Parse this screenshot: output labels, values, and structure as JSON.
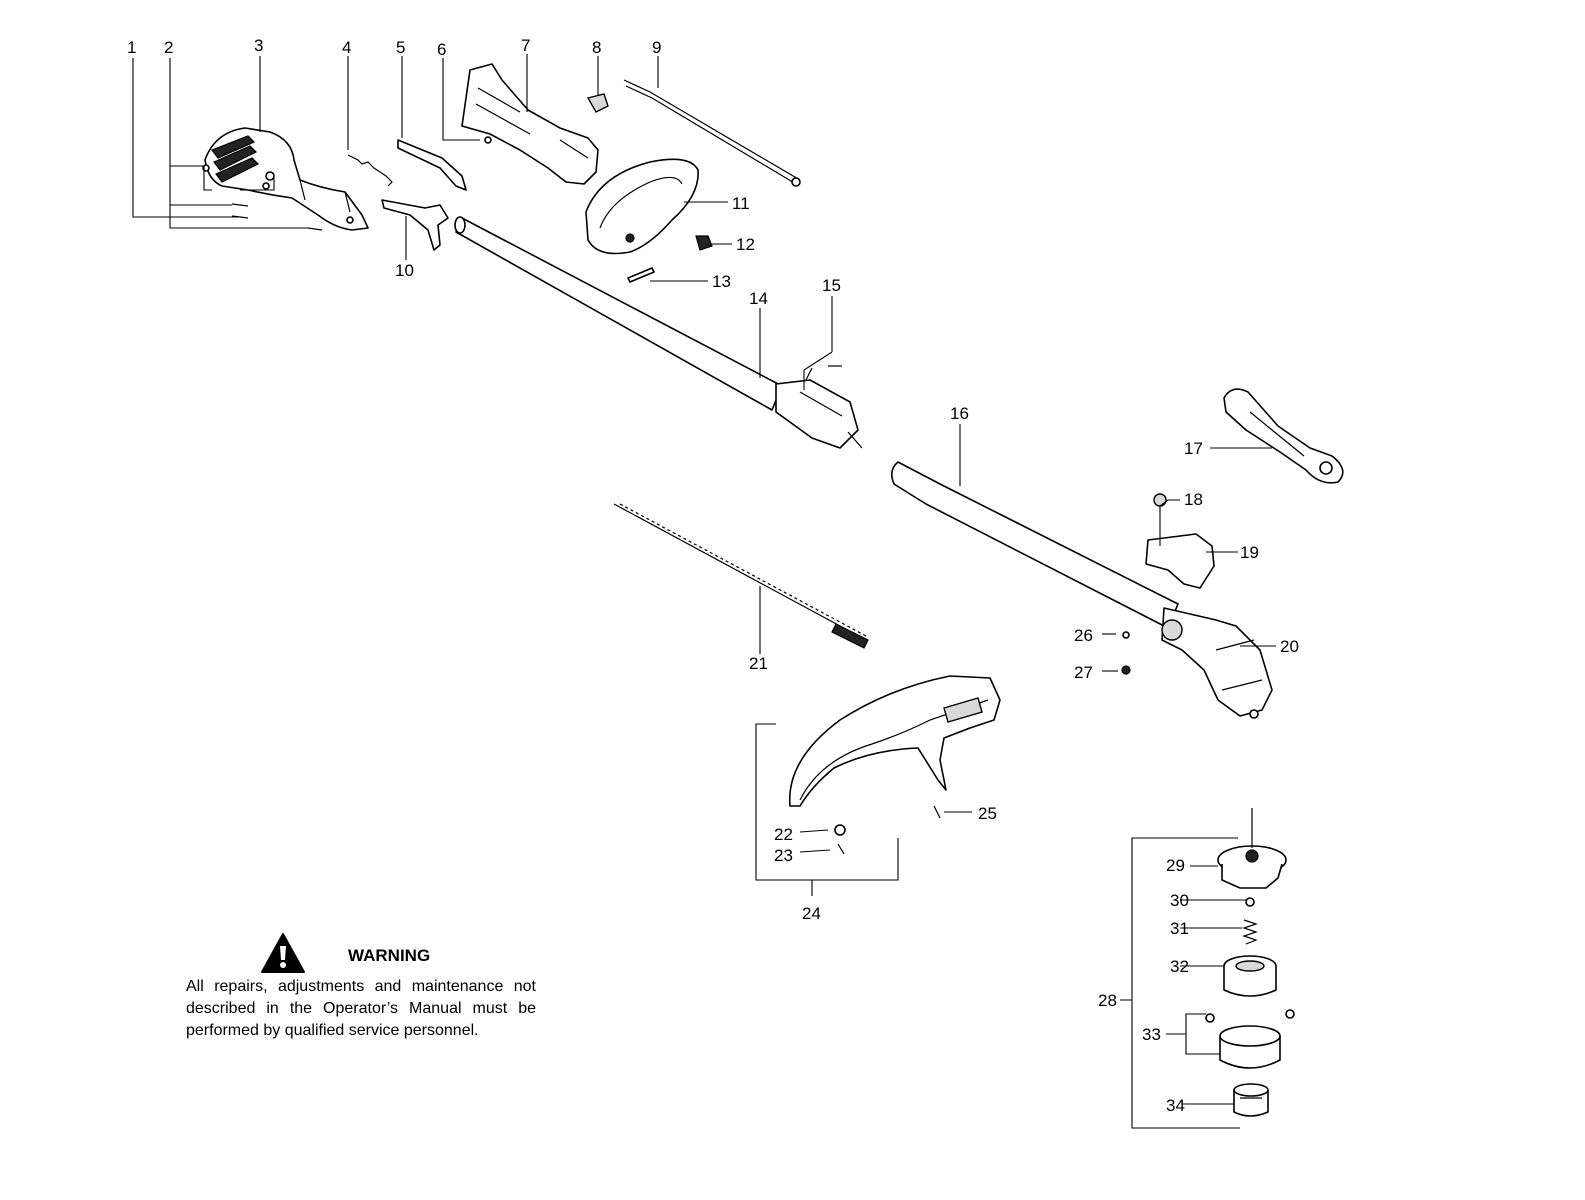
{
  "diagram": {
    "callouts": [
      "1",
      "2",
      "3",
      "4",
      "5",
      "6",
      "7",
      "8",
      "9",
      "10",
      "11",
      "12",
      "13",
      "14",
      "15",
      "16",
      "17",
      "18",
      "19",
      "20",
      "21",
      "22",
      "23",
      "24",
      "25",
      "26",
      "27",
      "28",
      "29",
      "30",
      "31",
      "32",
      "33",
      "34"
    ]
  },
  "warning": {
    "title": "WARNING",
    "text": "All repairs, adjustments and maintenance not described in the Operator’s Manual must be performed by qualified service personnel.",
    "icon": "warning-triangle-icon"
  }
}
